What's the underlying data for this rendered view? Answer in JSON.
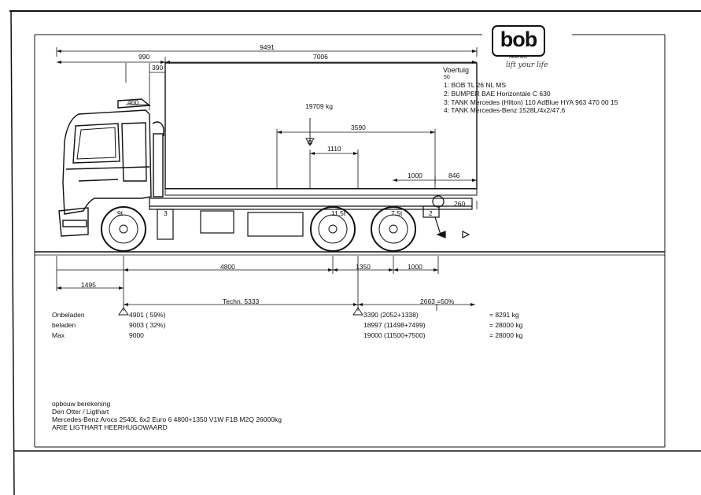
{
  "brand": {
    "logo_text": "bob",
    "logo_sub": "Nederland",
    "tagline": "lift your life"
  },
  "vehicle_list": {
    "title": "Voertuig",
    "stub": "50",
    "items": [
      "1: BOB  TL 26 NL MS",
      "2: BUMPER  BAE Horizontale C 630",
      "3: TANK  Mercedes (Hilton) 110 AdBlue HYA 963 470 00 15",
      "4: TANK  Mercedes-Benz 1528L/4x2/47.6"
    ]
  },
  "dimensions": {
    "overall_length": "9491",
    "front_to_body": "990",
    "body_length": "7006",
    "cab_gap": "390",
    "cab_height": "460",
    "payload": "19709 kg",
    "load_cog": "3590",
    "load_cog_inner": "1110",
    "rear_1000": "1000",
    "rear_846": "846",
    "rear_260": "260",
    "front_overhang": "1495",
    "wheelbase": "4800",
    "tandem_spacing": "1350",
    "rear_overhang": "1000",
    "techn_label": "Techn. 5333",
    "rear_pct": "2663 =50%"
  },
  "axle_labels": {
    "front": "9t",
    "front_marker": "3",
    "tandem1": "11,5t",
    "tandem2": "7,5t",
    "rear_marker": "2"
  },
  "weights": {
    "rows": [
      {
        "label": "Onbeladen",
        "front": "4901 ( 59%)",
        "rear": "3390 (2052+1338)",
        "total": "= 8291 kg"
      },
      {
        "label": "beladen",
        "front": "9003 ( 32%)",
        "rear": "18997 (11498+7499)",
        "total": "= 28000 kg"
      },
      {
        "label": "Max",
        "front": "9000",
        "rear": "19000 (11500+7500)",
        "total": "= 28000 kg"
      }
    ]
  },
  "footer": {
    "lines": [
      "opbouw berekening",
      "Den Otter / Ligthart",
      "Mercedes-Benz Arocs 2540L 6x2 Euro 6  4800+1350 V1W F1B M2Q  26000kg",
      "ARIE LIGTHART HEERHUGOWAARD"
    ]
  }
}
